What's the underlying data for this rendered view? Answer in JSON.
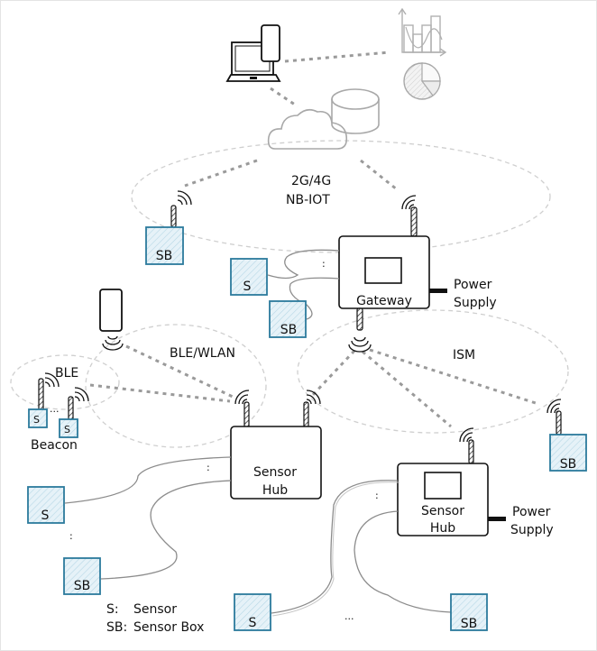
{
  "diagram": {
    "networks": {
      "cellular": {
        "line1": "2G/4G",
        "line2": "NB-IOT"
      },
      "ble_wlan": "BLE/WLAN",
      "ble": "BLE",
      "ism": "ISM"
    },
    "devices": {
      "gateway": "Gateway",
      "sensor_hub_1": {
        "line1": "Sensor",
        "line2": "Hub"
      },
      "sensor_hub_2": {
        "line1": "Sensor",
        "line2": "Hub"
      },
      "power_supply_1": {
        "line1": "Power",
        "line2": "Supply"
      },
      "power_supply_2": {
        "line1": "Power",
        "line2": "Supply"
      },
      "beacon": "Beacon"
    },
    "nodes": {
      "sb_cellular": "SB",
      "s_gateway": "S",
      "sb_gateway": "SB",
      "beacon_s1": "S",
      "beacon_s2": "S",
      "s_hub1": "S",
      "sb_hub1": "SB",
      "sb_ism": "SB",
      "s_hub2": "S",
      "sb_hub2": "SB"
    },
    "ellipsis": {
      "gateway_colon": ":",
      "hub1_colon": ":",
      "hub1_left_colon": ":",
      "hub2_colon": ":",
      "beacon_dots": "...",
      "bottom_dots": "..."
    },
    "legend": [
      {
        "key": "S:",
        "value": "Sensor"
      },
      {
        "key": "SB:",
        "value": "Sensor Box"
      }
    ],
    "icons": [
      "laptop-icon",
      "mobile-phone-icon",
      "cloud-icon",
      "database-icon",
      "bar-chart-icon",
      "pie-chart-icon",
      "antenna-icon",
      "wifi-signal-icon"
    ],
    "colors": {
      "sensor_stroke": "#2b7a9c",
      "sensor_fill": "#e4f1f7",
      "device_stroke": "#111111",
      "zone_stroke": "#cfcfcf",
      "link_stroke": "#9a9a9a"
    }
  }
}
